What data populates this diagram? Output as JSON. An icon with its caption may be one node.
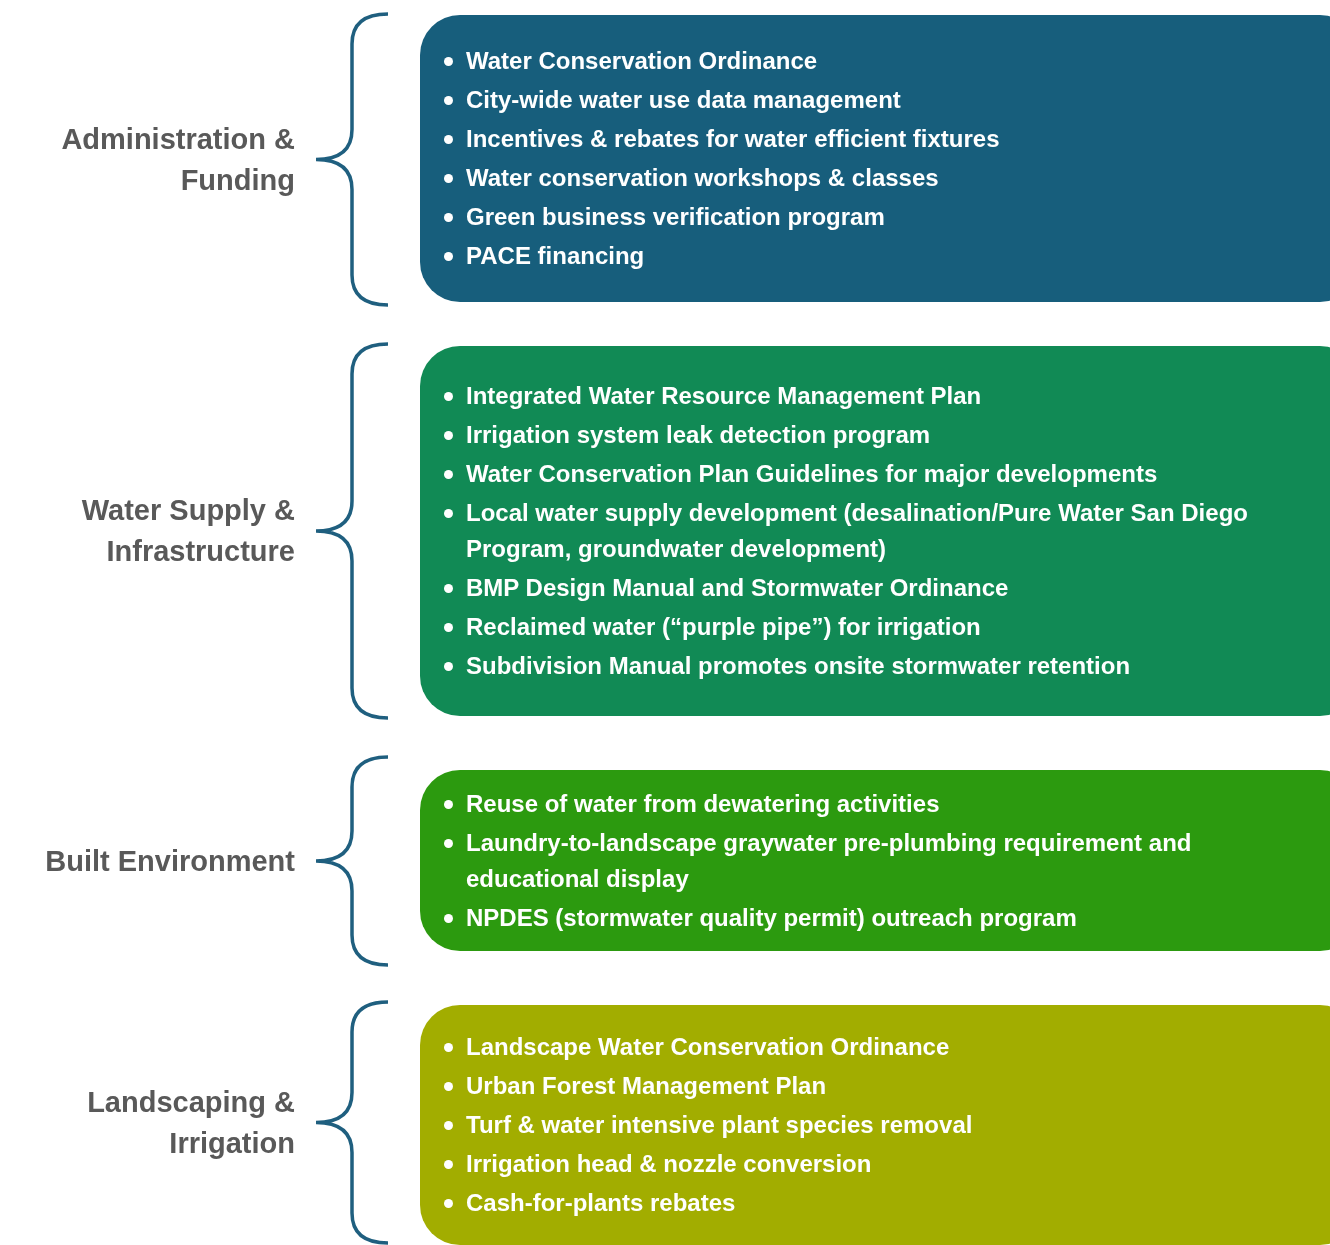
{
  "diagram": {
    "nodes": [
      {
        "text": [
          "Administration & Funding",
          "Water Conservation Ordinance",
          "City-wide water use data management",
          "Incentives & rebates for water efficient fixtures",
          "Water conservation workshops & classes",
          "Green business verification program",
          "PACE financing"
        ]
      },
      {
        "text": [
          "Water Supply & Infrastructure",
          "Integrated Water Resource Management Plan",
          "Irrigation system leak detection program",
          "Water Conservation Plan Guidelines for major developments",
          "Local water supply development (desalination/Pure Water San Diego Program, groundwater development)",
          "BMP Design Manual and Stormwater Ordinance",
          "Reclaimed water (“purple pipe”) for irrigation",
          "Subdivision Manual promotes onsite stormwater retention"
        ]
      },
      {
        "text": [
          "Built Environment",
          "Reuse of water from dewatering activities",
          "Laundry-to-landscape graywater pre-plumbing requirement and educational display",
          "NPDES (stormwater quality permit) outreach program"
        ]
      },
      {
        "text": [
          "Landscaping & Irrigation",
          "Landscape Water Conservation Ordinance",
          "Urban Forest Management Plan",
          "Turf & water intensive plant species removal",
          "Irrigation head & nozzle conversion",
          "Cash-for-plants rebates"
        ]
      }
    ]
  }
}
